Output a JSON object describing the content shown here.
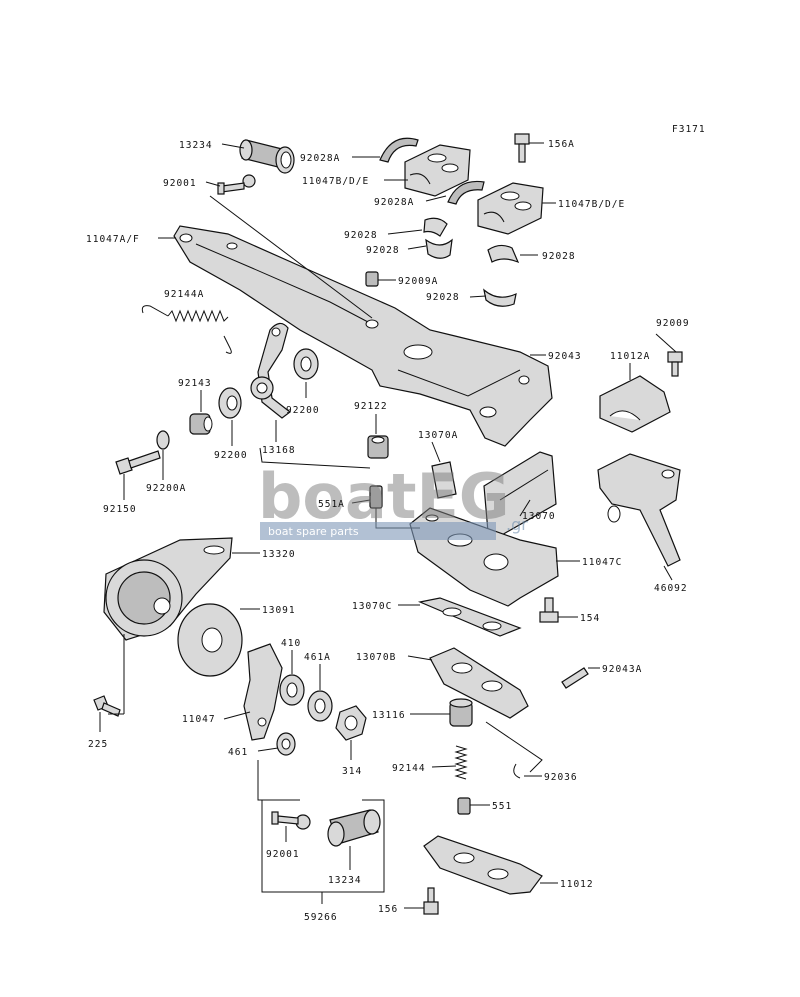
{
  "diagram": {
    "figure_code": "F3171",
    "callouts": [
      {
        "id": "c01",
        "text": "13234"
      },
      {
        "id": "c02",
        "text": "92028A"
      },
      {
        "id": "c03",
        "text": "156A"
      },
      {
        "id": "c04",
        "text": "92001"
      },
      {
        "id": "c05",
        "text": "11047B/D/E"
      },
      {
        "id": "c06",
        "text": "92028A"
      },
      {
        "id": "c07",
        "text": "11047B/D/E"
      },
      {
        "id": "c08",
        "text": "11047A/F"
      },
      {
        "id": "c09",
        "text": "92028"
      },
      {
        "id": "c10",
        "text": "92028"
      },
      {
        "id": "c11",
        "text": "92028"
      },
      {
        "id": "c12",
        "text": "92009A"
      },
      {
        "id": "c13",
        "text": "92028"
      },
      {
        "id": "c14",
        "text": "92144A"
      },
      {
        "id": "c15",
        "text": "92009"
      },
      {
        "id": "c16",
        "text": "92043"
      },
      {
        "id": "c17",
        "text": "11012A"
      },
      {
        "id": "c18",
        "text": "92143"
      },
      {
        "id": "c19",
        "text": "92122"
      },
      {
        "id": "c20",
        "text": "92200"
      },
      {
        "id": "c21",
        "text": "13070A"
      },
      {
        "id": "c22",
        "text": "92200"
      },
      {
        "id": "c23",
        "text": "13168"
      },
      {
        "id": "c24",
        "text": "92200A"
      },
      {
        "id": "c25",
        "text": "551A"
      },
      {
        "id": "c26",
        "text": "13070"
      },
      {
        "id": "c27",
        "text": "92150"
      },
      {
        "id": "c28",
        "text": "13320"
      },
      {
        "id": "c29",
        "text": "11047C"
      },
      {
        "id": "c30",
        "text": "46092"
      },
      {
        "id": "c31",
        "text": "13091"
      },
      {
        "id": "c32",
        "text": "13070C"
      },
      {
        "id": "c33",
        "text": "154"
      },
      {
        "id": "c34",
        "text": "410"
      },
      {
        "id": "c35",
        "text": "461A"
      },
      {
        "id": "c36",
        "text": "13070B"
      },
      {
        "id": "c37",
        "text": "92043A"
      },
      {
        "id": "c38",
        "text": "11047"
      },
      {
        "id": "c39",
        "text": "13116"
      },
      {
        "id": "c40",
        "text": "225"
      },
      {
        "id": "c41",
        "text": "461"
      },
      {
        "id": "c42",
        "text": "314"
      },
      {
        "id": "c43",
        "text": "92144"
      },
      {
        "id": "c44",
        "text": "92036"
      },
      {
        "id": "c45",
        "text": "551"
      },
      {
        "id": "c46",
        "text": "92001"
      },
      {
        "id": "c47",
        "text": "11012"
      },
      {
        "id": "c48",
        "text": "13234"
      },
      {
        "id": "c49",
        "text": "156"
      },
      {
        "id": "c50",
        "text": "59266"
      }
    ]
  },
  "watermark": {
    "brand": "boatEG",
    "tagline": "boat spare parts",
    "domain_suffix": ".gr"
  }
}
